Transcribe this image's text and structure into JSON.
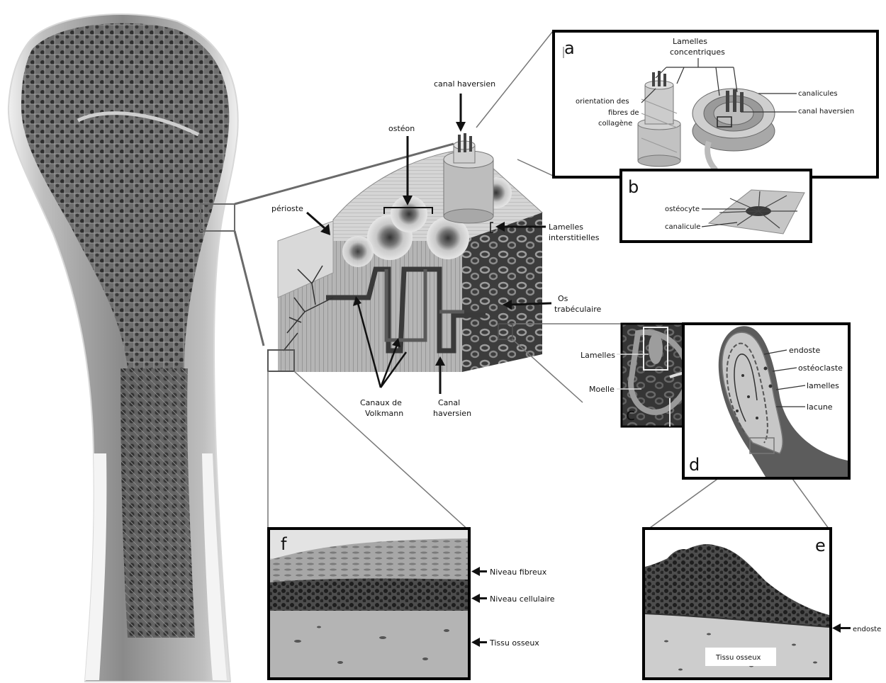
{
  "labels": {
    "canal_haversien_top": "canal haversien",
    "osteon": "ostéon",
    "perioste": "périoste",
    "lamelles_interstitielles_1": "Lamelles",
    "lamelles_interstitielles_2": "interstitielles",
    "os_trabeculaire_1": "Os",
    "os_trabeculaire_2": "trabéculaire",
    "canaux_volkmann_1": "Canaux de",
    "canaux_volkmann_2": "Volkmann",
    "canal_haversien_bottom_1": "Canal",
    "canal_haversien_bottom_2": "haversien"
  },
  "panel_a": {
    "letter": "a",
    "lamelles_concentriques_1": "Lamelles",
    "lamelles_concentriques_2": "concentriques",
    "orientation_1": "orientation des",
    "orientation_2": "fibres de",
    "orientation_3": "collagène",
    "canalicules": "canalicules",
    "canal_haversien": "canal haversien"
  },
  "panel_b": {
    "letter": "b",
    "osteocyte": "ostéocyte",
    "canalicule": "canalicule"
  },
  "panel_c": {
    "letter": "c",
    "lamelles": "Lamelles",
    "moelle": "Moelle"
  },
  "panel_d": {
    "letter": "d",
    "endoste": "endoste",
    "osteoclaste": "ostéoclaste",
    "lamelles": "lamelles",
    "lacune": "lacune"
  },
  "panel_e": {
    "letter": "e",
    "endoste": "endoste",
    "tissu_osseux": "Tissu osseux"
  },
  "panel_f": {
    "letter": "f",
    "niveau_fibreux": "Niveau fibreux",
    "niveau_cellulaire": "Niveau cellulaire",
    "tissu_osseux": "Tissu osseux"
  }
}
